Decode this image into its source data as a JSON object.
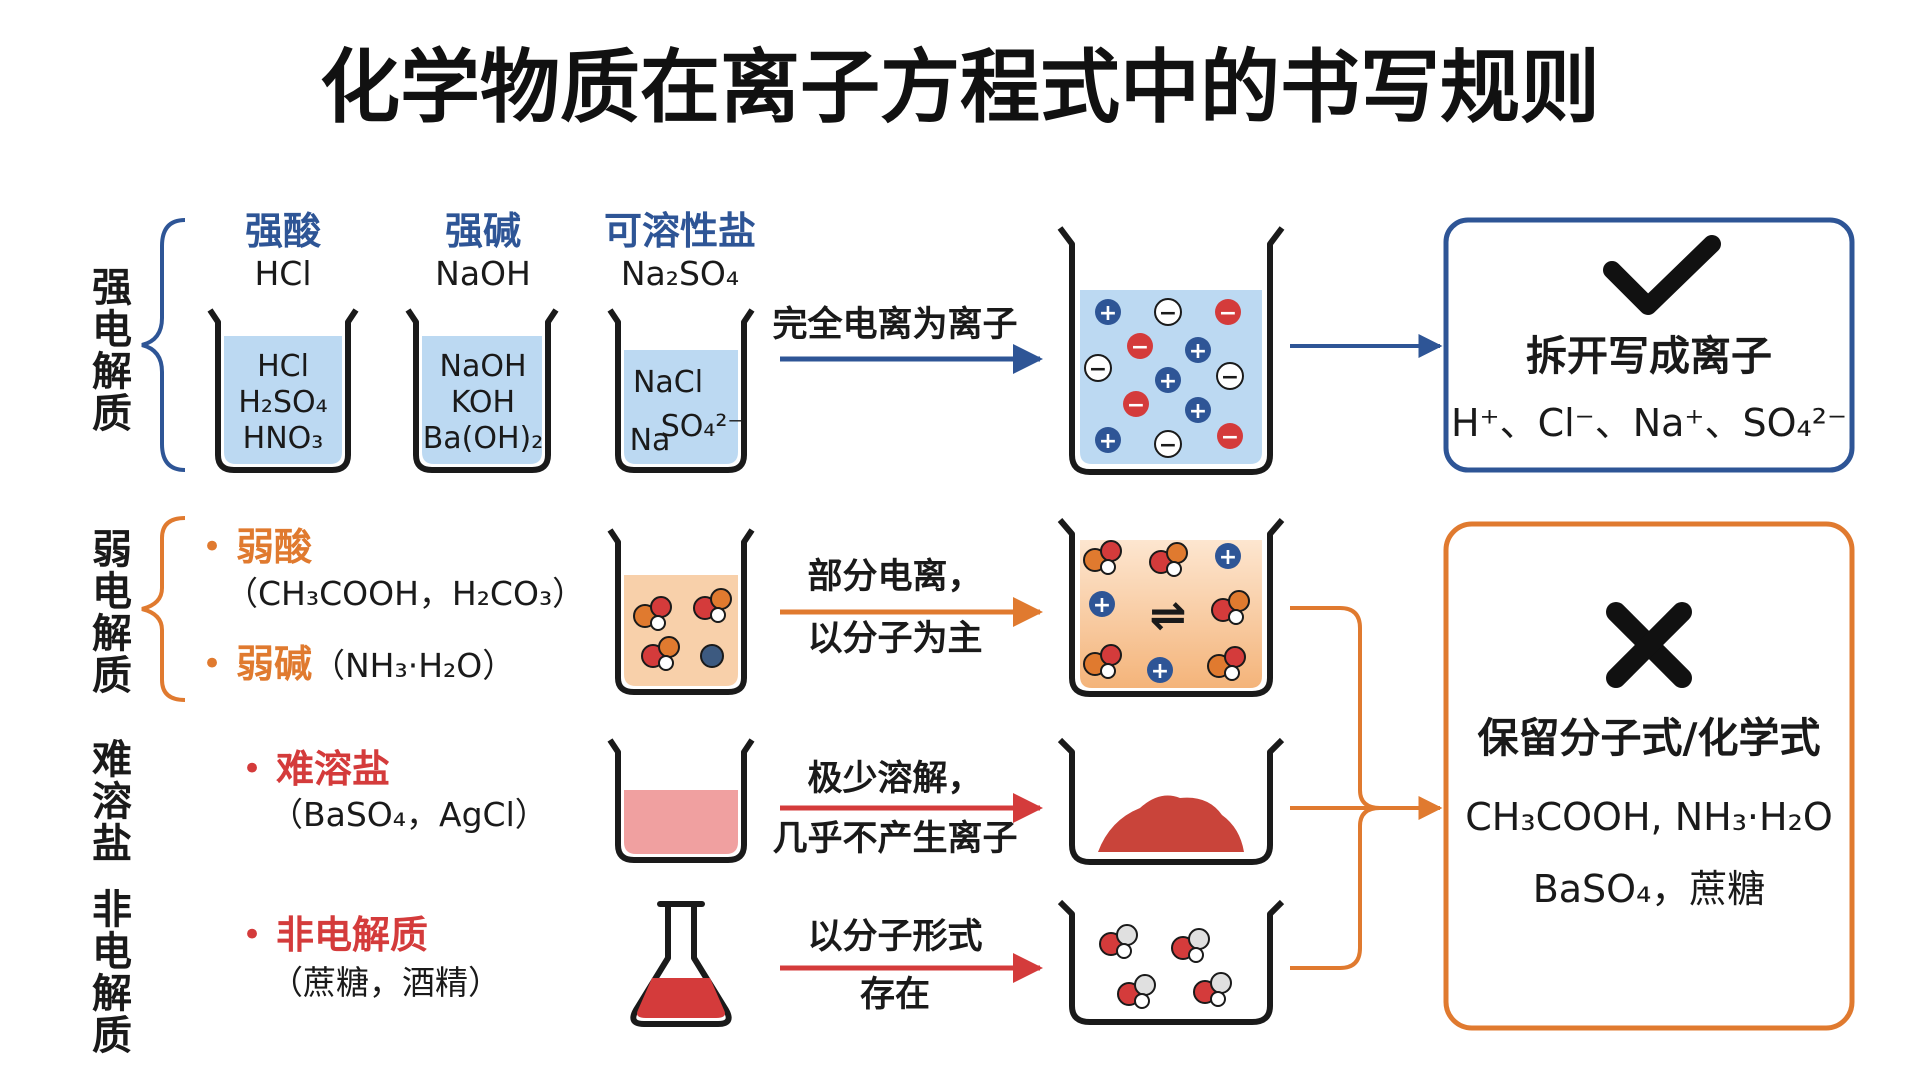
{
  "title": "化学物质在离子方程式中的书写规则",
  "colors": {
    "blue": "#2e5596",
    "orange": "#e07a2f",
    "red": "#d43b3b",
    "light_blue": "#bcd9f2",
    "light_orange": "#f8d0aa",
    "light_pink": "#f0a0a0",
    "ink": "#1a1a1a"
  },
  "strong_electrolyte": {
    "label": "强电解质",
    "columns": [
      {
        "name": "强酸",
        "formula": "HCl",
        "contents": [
          "HCl",
          "H₂SO₄",
          "HNO₃"
        ]
      },
      {
        "name": "强碱",
        "formula": "NaOH",
        "contents": [
          "NaOH",
          "KOH",
          "Ba(OH)₂"
        ]
      },
      {
        "name": "可溶性盐",
        "formula": "Na₂SO₄",
        "contents": [
          "NaCl",
          "Na",
          "SO₄²⁻"
        ]
      }
    ],
    "arrow_label": "完全电离为离子",
    "ion_signs": {
      "plus": "+",
      "minus": "−"
    },
    "result_mark_icon": "check-mark-icon",
    "result_title": "拆开写成离子",
    "result_ions": "H⁺、Cl⁻、Na⁺、SO₄²⁻"
  },
  "weak_electrolyte": {
    "label": "弱电解质",
    "bullet": "•",
    "weak_acid": {
      "name": "弱酸",
      "examples": "（CH₃COOH，H₂CO₃）"
    },
    "weak_base": {
      "name": "弱碱",
      "examples": "（NH₃·H₂O）"
    },
    "arrow_label_1": "部分电离，",
    "arrow_label_2": "以分子为主",
    "equilibrium_symbol": "⇌",
    "ion_signs": {
      "plus": "+",
      "minus": "−"
    }
  },
  "insoluble_salt": {
    "label": "难溶盐",
    "bullet": "•",
    "name": "难溶盐",
    "examples": "（BaSO₄，AgCl）",
    "arrow_label_1": "极少溶解，",
    "arrow_label_2": "几乎不产生离子"
  },
  "non_electrolyte": {
    "label": "非电解质",
    "bullet": "•",
    "name": "非电解质",
    "examples": "（蔗糖，酒精）",
    "arrow_label_1": "以分子形式",
    "arrow_label_2": "存在"
  },
  "keep_box": {
    "mark_icon": "cross-mark-icon",
    "title": "保留分子式/化学式",
    "line1": "CH₃COOH, NH₃·H₂O",
    "line2": "BaSO₄，蔗糖"
  }
}
